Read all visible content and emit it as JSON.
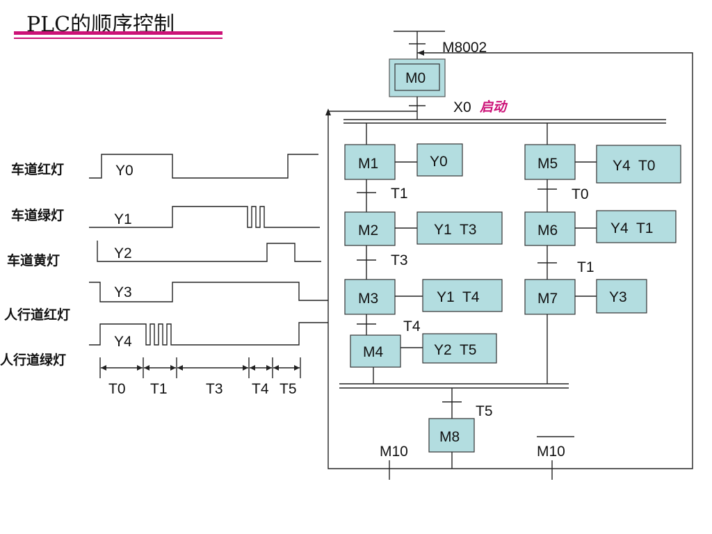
{
  "title": "PLC的顺序控制",
  "accent": "#cc1177",
  "box_color": "#b3dde0",
  "timing": {
    "rows": [
      {
        "label": "车道红灯",
        "signal": "Y0"
      },
      {
        "label": "车道绿灯",
        "signal": "Y1"
      },
      {
        "label": "车道黄灯",
        "signal": "Y2"
      },
      {
        "label": "",
        "signal": "Y3"
      },
      {
        "label": "人行道红灯",
        "signal": ""
      },
      {
        "label": "人行道绿灯",
        "signal": "Y4"
      }
    ],
    "intervals": [
      "T0",
      "T1",
      "T3",
      "T4",
      "T5"
    ]
  },
  "sfc": {
    "init": {
      "step": "M0",
      "condition": "M8002",
      "transition": "X0",
      "transition_note": "启动"
    },
    "steps": {
      "M1": {
        "action": "Y0"
      },
      "M2": {
        "action": "Y1  T3"
      },
      "M3": {
        "action": "Y1  T4"
      },
      "M4": {
        "action": "Y2  T5"
      },
      "M5": {
        "action": "Y4  T0"
      },
      "M6": {
        "action": "Y4  T1"
      },
      "M7": {
        "action": "Y3"
      },
      "M8": {
        "action": ""
      }
    },
    "transitions": {
      "t12": "T1",
      "t23": "T3",
      "t34": "T4",
      "t56": "T0",
      "t67": "T1",
      "t_merge": "T5"
    },
    "m8_left": "M10",
    "m8_right": "M10"
  }
}
